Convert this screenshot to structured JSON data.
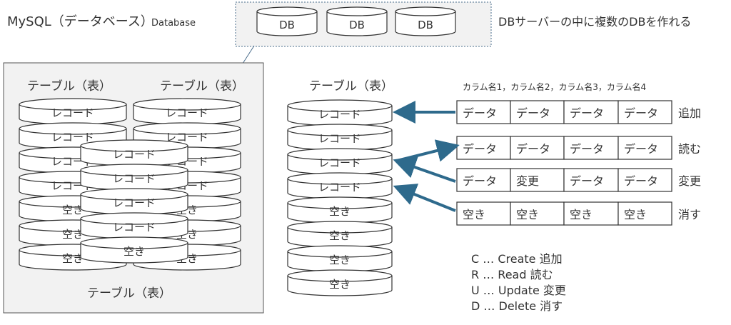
{
  "header": {
    "title": "MySQL（データベース）",
    "title_small": "Database",
    "note": "DBサーバーの中に複数のDBを作れる"
  },
  "db_server": {
    "db_labels": [
      "DB",
      "DB",
      "DB"
    ]
  },
  "left_panel": {
    "table_title_a": "テーブル（表）",
    "table_title_b": "テーブル（表）",
    "table_title_bottom": "テーブル（表）",
    "stack_a": [
      "レコード",
      "レコード",
      "レコード",
      "レコード",
      "空き",
      "空き",
      "空き"
    ],
    "stack_b": [
      "レコード",
      "レコード",
      "レコード",
      "レコード",
      "空き",
      "空き",
      "空き"
    ],
    "stack_c": [
      "レコード",
      "レコード",
      "レコード",
      "レコード",
      "空き"
    ]
  },
  "middle": {
    "table_title": "テーブル（表）",
    "stack": [
      "レコード",
      "レコード",
      "レコード",
      "レコード",
      "空き",
      "空き",
      "空き",
      "空き"
    ]
  },
  "ops": {
    "columns_header": "カラム名1，カラム名2，カラム名3，カラム名4",
    "rows": [
      {
        "cells": [
          "データ",
          "データ",
          "データ",
          "データ"
        ],
        "label": "追加"
      },
      {
        "cells": [
          "データ",
          "データ",
          "データ",
          "データ"
        ],
        "label": "読む"
      },
      {
        "cells": [
          "データ",
          "変更",
          "データ",
          "データ"
        ],
        "label": "変更"
      },
      {
        "cells": [
          "空き",
          "空き",
          "空き",
          "空き"
        ],
        "label": "消す"
      }
    ],
    "arrow_color": "#2e6a8c"
  },
  "crud": [
    "C … Create 追加",
    "R … Read 読む",
    "U … Update 変更",
    "D … Delete 消す"
  ]
}
